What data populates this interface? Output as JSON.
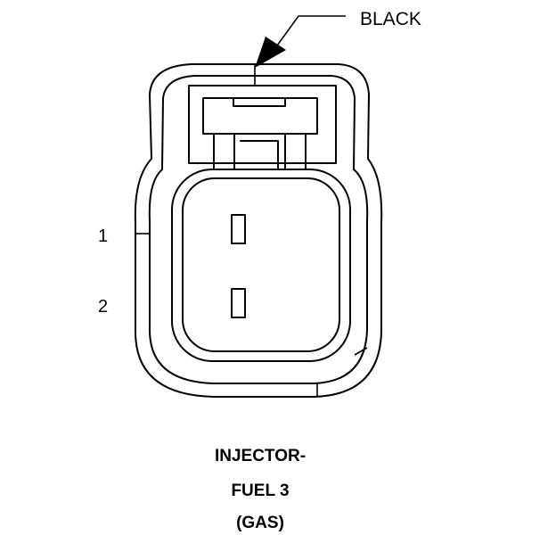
{
  "callout": {
    "label": "BLACK"
  },
  "pins": [
    {
      "number": "1"
    },
    {
      "number": "2"
    }
  ],
  "title": {
    "line1": "INJECTOR-",
    "line2": "FUEL 3",
    "line3": "(GAS)"
  }
}
